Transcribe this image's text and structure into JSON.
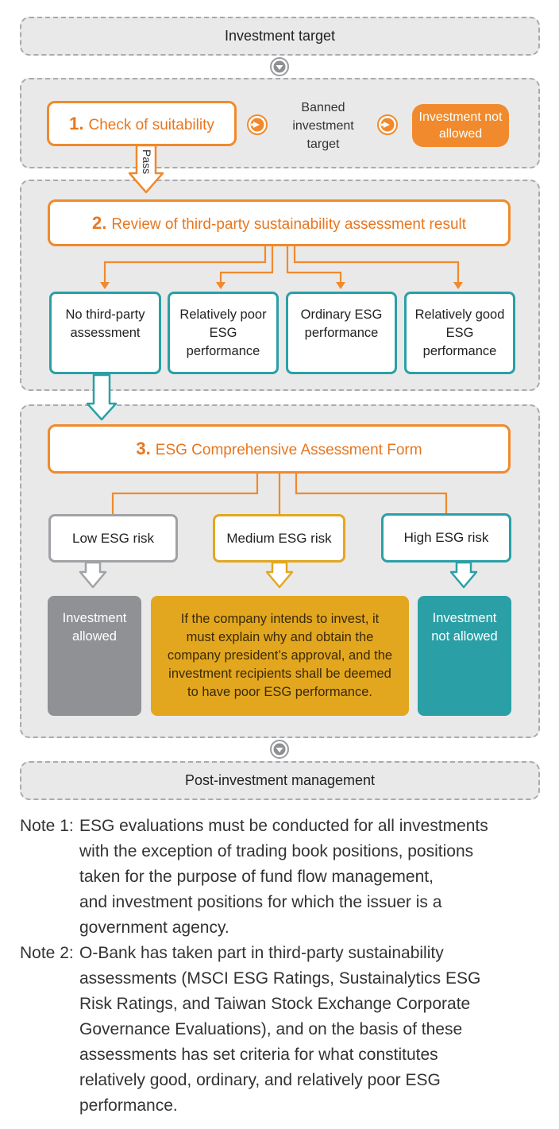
{
  "top": {
    "label": "Investment target"
  },
  "step1": {
    "number": "1.",
    "title": "Check of suitability",
    "banned": "Banned investment target",
    "not_allowed": "Investment not allowed",
    "pass": "Pass"
  },
  "step2": {
    "number": "2.",
    "title": "Review of third-party sustainability assessment result",
    "categories": [
      "No third-party assessment",
      "Relatively poor ESG performance",
      "Ordinary ESG performance",
      "Relatively good ESG performance"
    ]
  },
  "step3": {
    "number": "3.",
    "title": "ESG Comprehensive Assessment Form",
    "risks": [
      "Low ESG risk",
      "Medium ESG risk",
      "High ESG risk"
    ],
    "outcomes": [
      "Investment allowed",
      "If the company intends to invest, it must explain why and obtain the company president’s approval, and the investment recipients shall be deemed to have poor ESG performance.",
      "Investment not allowed"
    ]
  },
  "bottom": {
    "label": "Post-investment management"
  },
  "notes": [
    {
      "prefix": "Note 1:",
      "lines": [
        "ESG evaluations must be conducted for all investments",
        "with the exception of trading book positions, positions",
        "taken for the purpose of fund flow management,",
        "and investment positions for which the issuer is a",
        "government agency."
      ]
    },
    {
      "prefix": "Note 2:",
      "lines": [
        "O-Bank has taken part in third-party sustainability",
        "assessments (MSCI ESG Ratings, Sustainalytics ESG",
        "Risk Ratings, and Taiwan Stock Exchange Corporate",
        "Governance Evaluations), and on the basis of these",
        "assessments has set criteria for what constitutes",
        "relatively good, ordinary, and relatively poor ESG",
        "performance."
      ]
    }
  ],
  "colors": {
    "orange": "#f08a2c",
    "teal": "#2aa0a6",
    "gold": "#e3a71f",
    "gray": "#8f9194",
    "panel": "#e9e9ea"
  }
}
